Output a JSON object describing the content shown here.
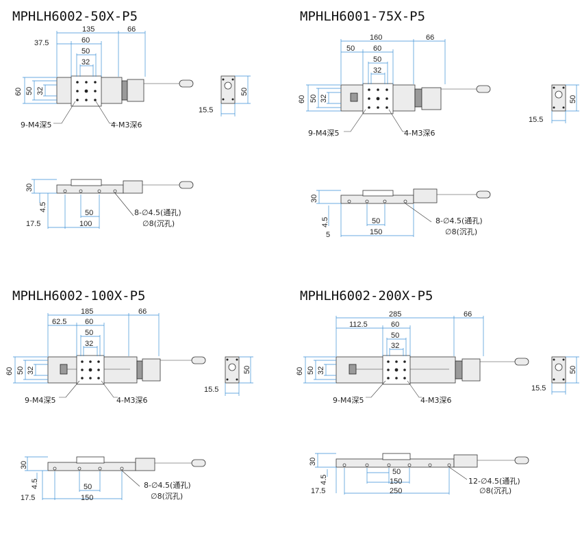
{
  "colors": {
    "dimension_line": "#3a8fd6",
    "outline": "#333333",
    "text": "#222222"
  },
  "panels": [
    {
      "model": "MPHLH6002-50X-P5",
      "top": {
        "overall": "135",
        "motor": "66",
        "offset": "37.5",
        "stage_w": "60",
        "hole_span_a": "50",
        "hole_span_b": "32",
        "height": "60",
        "height_inner": "50",
        "height_small": "32"
      },
      "end": {
        "height": "50",
        "width": "15.5"
      },
      "side": {
        "height": "30",
        "offset_v": "4.5",
        "offset_h": "17.5",
        "hole_pitch": "50",
        "hole_span": "100"
      },
      "notes": {
        "m4": "9-M4深5",
        "m3": "4-M3深6",
        "through": "8-∅4.5(通孔)",
        "counterbore": "∅8(沉孔)"
      }
    },
    {
      "model": "MPHLH6001-75X-P5",
      "top": {
        "overall": "160",
        "motor": "66",
        "offset": "50",
        "stage_w": "60",
        "hole_span_a": "50",
        "hole_span_b": "32",
        "height": "60",
        "height_inner": "50",
        "height_small": "32"
      },
      "end": {
        "height": "50",
        "width": "15.5"
      },
      "side": {
        "height": "30",
        "offset_v": "4.5",
        "offset_h": "5",
        "hole_pitch": "50",
        "hole_span": "150"
      },
      "notes": {
        "m4": "9-M4深5",
        "m3": "4-M3深6",
        "through": "8-∅4.5(通孔)",
        "counterbore": "∅8(沉孔)"
      }
    },
    {
      "model": "MPHLH6002-100X-P5",
      "top": {
        "overall": "185",
        "motor": "66",
        "offset": "62.5",
        "stage_w": "60",
        "hole_span_a": "50",
        "hole_span_b": "32",
        "height": "60",
        "height_inner": "50",
        "height_small": "32"
      },
      "end": {
        "height": "50",
        "width": "15.5"
      },
      "side": {
        "height": "30",
        "offset_v": "4.5",
        "offset_h": "17.5",
        "hole_pitch": "50",
        "hole_span": "150"
      },
      "notes": {
        "m4": "9-M4深5",
        "m3": "4-M3深6",
        "through": "8-∅4.5(通孔)",
        "counterbore": "∅8(沉孔)"
      }
    },
    {
      "model": "MPHLH6002-200X-P5",
      "top": {
        "overall": "285",
        "motor": "66",
        "offset": "112.5",
        "stage_w": "60",
        "hole_span_a": "50",
        "hole_span_b": "32",
        "height": "60",
        "height_inner": "50",
        "height_small": "32"
      },
      "end": {
        "height": "50",
        "width": "15.5"
      },
      "side": {
        "height": "30",
        "offset_v": "4.5",
        "offset_h": "17.5",
        "hole_pitch": "50",
        "hole_span_a": "150",
        "hole_span_b": "250"
      },
      "notes": {
        "m4": "9-M4深5",
        "m3": "4-M3深6",
        "through": "12-∅4.5(通孔)",
        "counterbore": "∅8(沉孔)"
      }
    }
  ]
}
